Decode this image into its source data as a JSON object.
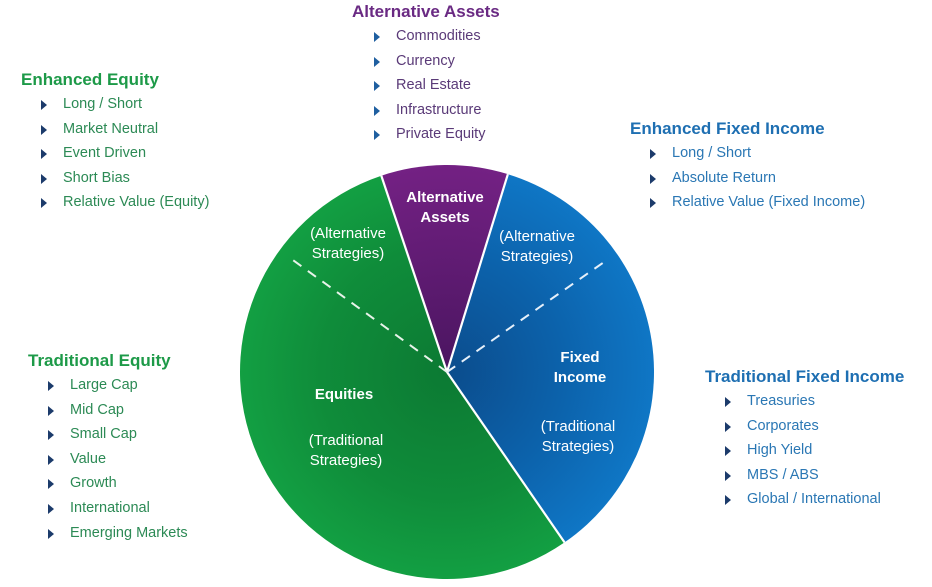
{
  "colors": {
    "equities_green": "#119a3e",
    "equities_dark_green": "#0c7a33",
    "alternative_purple": "#6b1d7e",
    "fixed_income_blue": "#0f72c0",
    "fixed_income_dark_blue": "#0b4f8f",
    "divider": "#ffffff"
  },
  "groups": {
    "alternative_assets": {
      "title": "Alternative Assets",
      "items": [
        "Commodities",
        "Currency",
        "Real Estate",
        "Infrastructure",
        "Private Equity"
      ]
    },
    "enhanced_equity": {
      "title": "Enhanced Equity",
      "items": [
        "Long / Short",
        "Market Neutral",
        "Event Driven",
        "Short Bias",
        "Relative Value (Equity)"
      ]
    },
    "enhanced_fixed_income": {
      "title": "Enhanced Fixed Income",
      "items": [
        "Long / Short",
        "Absolute Return",
        "Relative Value (Fixed Income)"
      ]
    },
    "traditional_equity": {
      "title": "Traditional Equity",
      "items": [
        "Large Cap",
        "Mid Cap",
        "Small Cap",
        "Value",
        "Growth",
        "International",
        "Emerging Markets"
      ]
    },
    "traditional_fixed_income": {
      "title": "Traditional Fixed Income",
      "items": [
        "Treasuries",
        "Corporates",
        "High Yield",
        "MBS / ABS",
        "Global / International"
      ]
    }
  },
  "pie": {
    "slices": [
      {
        "id": "alternative_assets",
        "label_lines": [
          "Alternative",
          "Assets"
        ],
        "color_key": "alternative_purple"
      },
      {
        "id": "fixed_income",
        "label_lines": [
          "Fixed",
          "Income"
        ],
        "sub_lines": [
          "(Traditional",
          "Strategies)"
        ],
        "alt_lines": [
          "(Alternative",
          "Strategies)"
        ],
        "color_key": "fixed_income_blue"
      },
      {
        "id": "equities",
        "label_lines": [
          "Equities"
        ],
        "sub_lines": [
          "(Traditional",
          "Strategies)"
        ],
        "alt_lines": [
          "(Alternative",
          "Strategies)"
        ],
        "color_key": "equities_green"
      }
    ]
  }
}
